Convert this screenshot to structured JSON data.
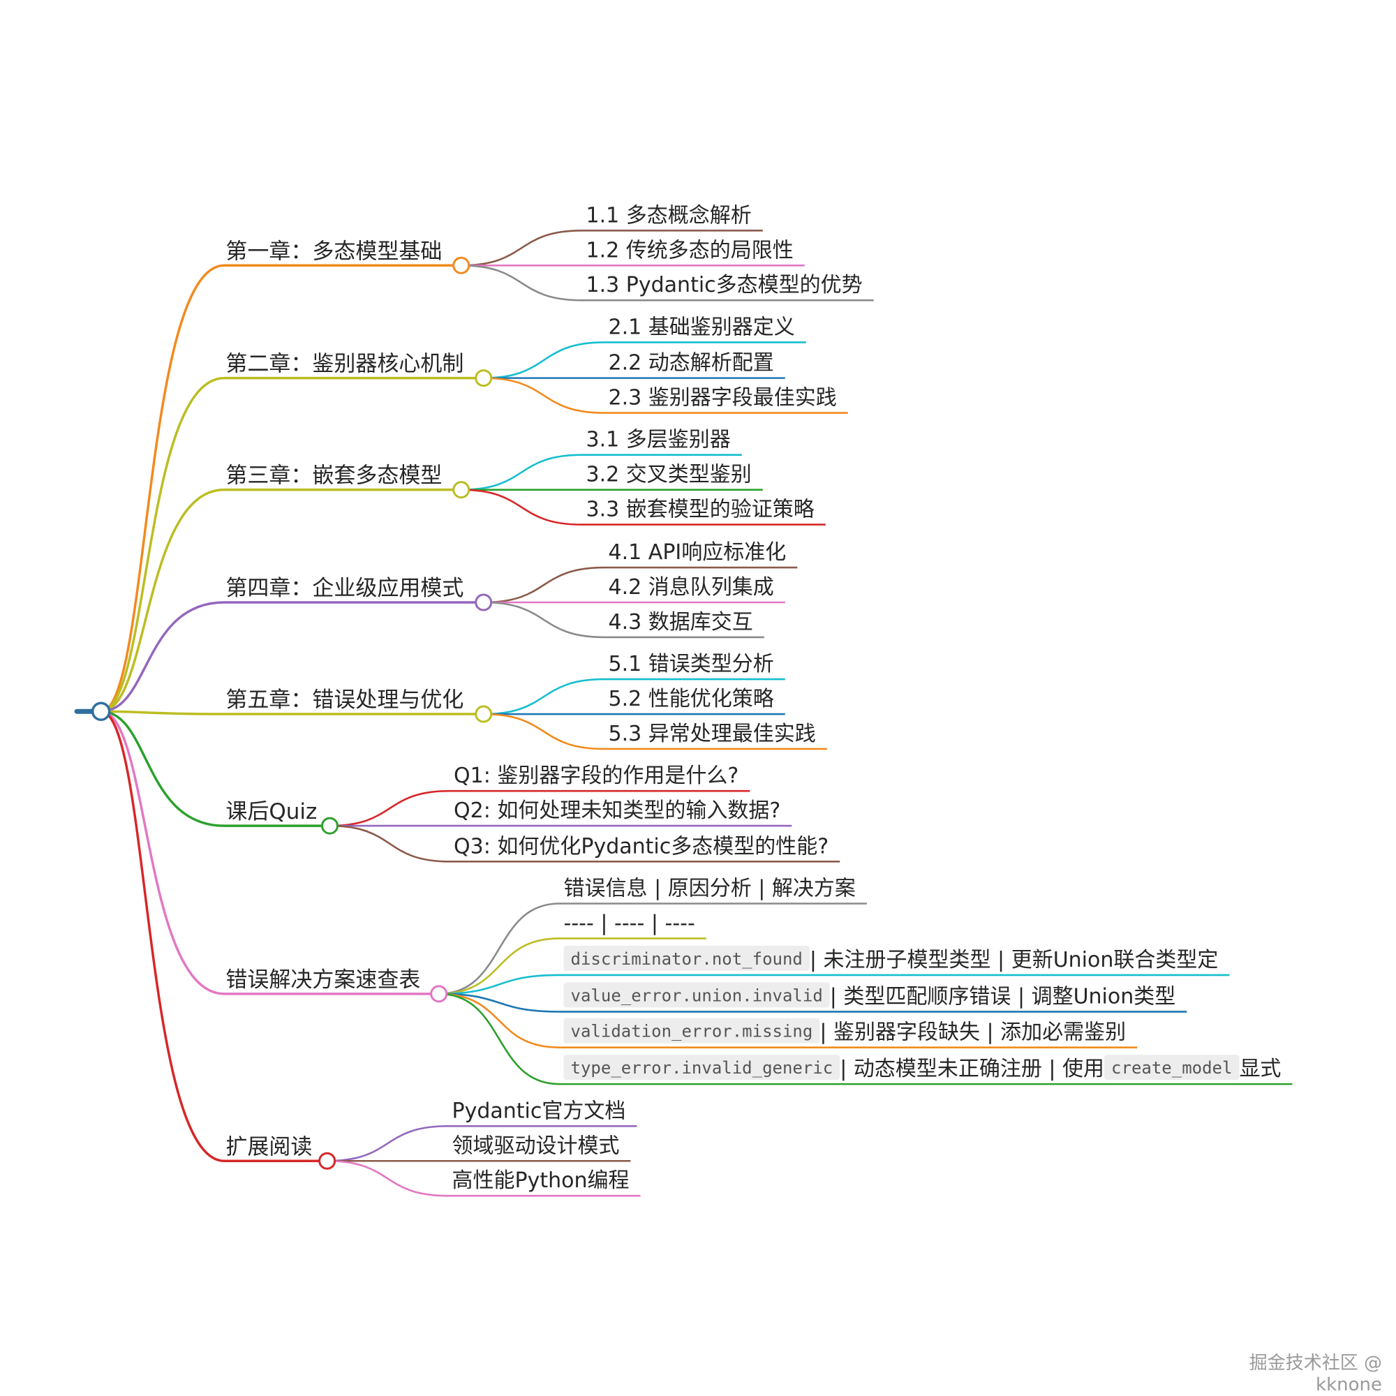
{
  "root_color": "#2f6f9f",
  "branches": [
    {
      "label": "第一章：多态模型基础",
      "color": "#f28a1e",
      "children": [
        {
          "segments": [
            {
              "text": "1.1 多态概念解析"
            }
          ],
          "color": "#8b5a4a"
        },
        {
          "segments": [
            {
              "text": "1.2 传统多态的局限性"
            }
          ],
          "color": "#e377c2"
        },
        {
          "segments": [
            {
              "text": "1.3 Pydantic多态模型的优势"
            }
          ],
          "color": "#8a8a8a"
        }
      ]
    },
    {
      "label": "第二章：鉴别器核心机制",
      "color": "#bcbd22",
      "children": [
        {
          "segments": [
            {
              "text": "2.1 基础鉴别器定义"
            }
          ],
          "color": "#17becf"
        },
        {
          "segments": [
            {
              "text": "2.2 动态解析配置"
            }
          ],
          "color": "#1f77b4"
        },
        {
          "segments": [
            {
              "text": "2.3 鉴别器字段最佳实践"
            }
          ],
          "color": "#f28a1e"
        }
      ]
    },
    {
      "label": "第三章：嵌套多态模型",
      "color": "#bcbd22",
      "children": [
        {
          "segments": [
            {
              "text": "3.1 多层鉴别器"
            }
          ],
          "color": "#17becf"
        },
        {
          "segments": [
            {
              "text": "3.2 交叉类型鉴别"
            }
          ],
          "color": "#2ca02c"
        },
        {
          "segments": [
            {
              "text": "3.3 嵌套模型的验证策略"
            }
          ],
          "color": "#d62728"
        }
      ]
    },
    {
      "label": "第四章：企业级应用模式",
      "color": "#9467bd",
      "children": [
        {
          "segments": [
            {
              "text": "4.1 API响应标准化"
            }
          ],
          "color": "#8b5a4a"
        },
        {
          "segments": [
            {
              "text": "4.2 消息队列集成"
            }
          ],
          "color": "#e377c2"
        },
        {
          "segments": [
            {
              "text": "4.3 数据库交互"
            }
          ],
          "color": "#8a8a8a"
        }
      ]
    },
    {
      "label": "第五章：错误处理与优化",
      "color": "#bcbd22",
      "children": [
        {
          "segments": [
            {
              "text": "5.1 错误类型分析"
            }
          ],
          "color": "#17becf"
        },
        {
          "segments": [
            {
              "text": "5.2 性能优化策略"
            }
          ],
          "color": "#1f77b4"
        },
        {
          "segments": [
            {
              "text": "5.3 异常处理最佳实践"
            }
          ],
          "color": "#f28a1e"
        }
      ]
    },
    {
      "label": "课后Quiz",
      "color": "#2ca02c",
      "children": [
        {
          "segments": [
            {
              "text": "Q1: 鉴别器字段的作用是什么?"
            }
          ],
          "color": "#d62728"
        },
        {
          "segments": [
            {
              "text": "Q2: 如何处理未知类型的输入数据?"
            }
          ],
          "color": "#9467bd"
        },
        {
          "segments": [
            {
              "text": "Q3: 如何优化Pydantic多态模型的性能?"
            }
          ],
          "color": "#8b5a4a"
        }
      ]
    },
    {
      "label": "错误解决方案速查表",
      "color": "#e377c2",
      "children": [
        {
          "segments": [
            {
              "text": "错误信息 | 原因分析 | 解决方案"
            }
          ],
          "color": "#8a8a8a"
        },
        {
          "segments": [
            {
              "text": "---- | ---- | ----"
            }
          ],
          "color": "#bcbd22"
        },
        {
          "segments": [
            {
              "text": "discriminator.not_found",
              "code": true
            },
            {
              "text": " | 未注册子模型类型 | 更新Union联合类型定"
            }
          ],
          "color": "#17becf"
        },
        {
          "segments": [
            {
              "text": "value_error.union.invalid",
              "code": true
            },
            {
              "text": " | 类型匹配顺序错误 | 调整Union类型"
            }
          ],
          "color": "#1f77b4"
        },
        {
          "segments": [
            {
              "text": "validation_error.missing",
              "code": true
            },
            {
              "text": " | 鉴别器字段缺失 | 添加必需鉴别"
            }
          ],
          "color": "#f28a1e"
        },
        {
          "segments": [
            {
              "text": "type_error.invalid_generic",
              "code": true
            },
            {
              "text": " | 动态模型未正确注册 | 使用"
            },
            {
              "text": "create_model",
              "code": true
            },
            {
              "text": "显式"
            }
          ],
          "color": "#2ca02c"
        }
      ]
    },
    {
      "label": "扩展阅读",
      "color": "#d62728",
      "children": [
        {
          "segments": [
            {
              "text": "Pydantic官方文档"
            }
          ],
          "color": "#9467bd"
        },
        {
          "segments": [
            {
              "text": "领域驱动设计模式"
            }
          ],
          "color": "#8b5a4a"
        },
        {
          "segments": [
            {
              "text": "高性能Python编程"
            }
          ],
          "color": "#e377c2"
        }
      ]
    }
  ],
  "watermark": "掘金技术社区 @ kknone"
}
